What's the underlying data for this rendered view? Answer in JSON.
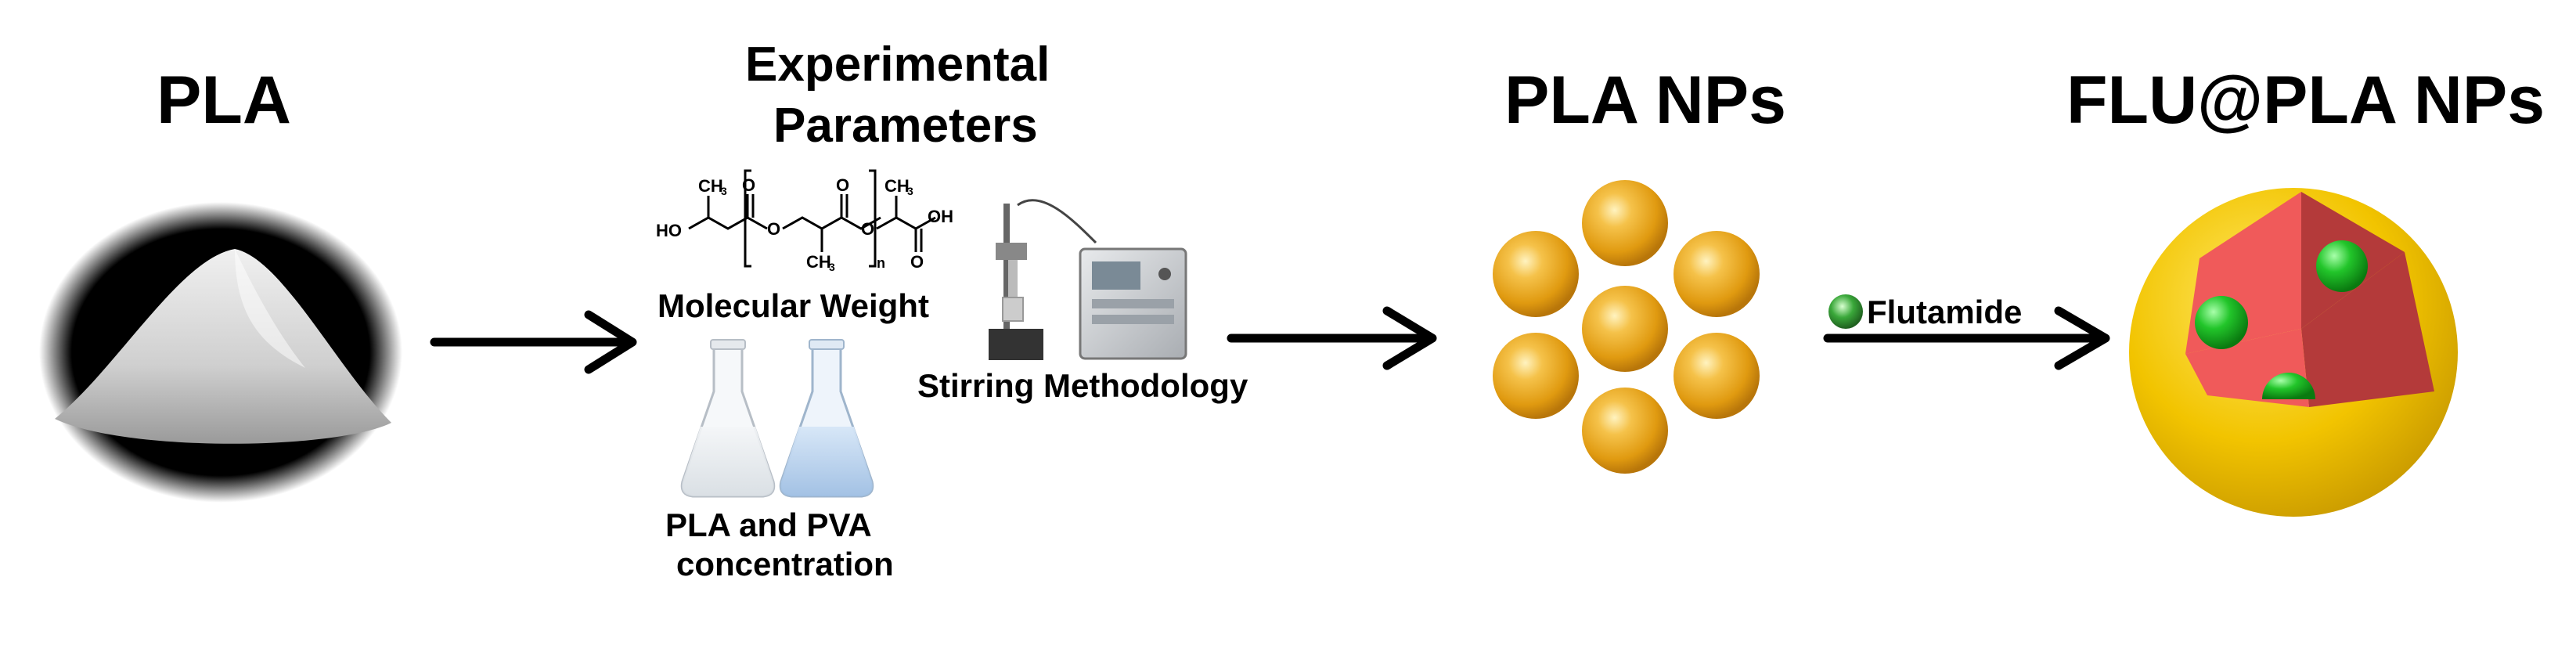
{
  "stages": {
    "pla": {
      "title": "PLA"
    },
    "params": {
      "title_line1": "Experimental",
      "title_line2": "Parameters",
      "molecular_weight": "Molecular Weight",
      "stirring": "Stirring Methodology",
      "concentration_line1": "PLA and PVA",
      "concentration_line2": "concentration"
    },
    "nps": {
      "title": "PLA NPs"
    },
    "flu": {
      "title": "FLU@PLA NPs"
    }
  },
  "drug_label": "Flutamide",
  "chem": {
    "ho": "HO",
    "oh": "OH",
    "o": "O",
    "ch3": "CH",
    "sub3": "3",
    "n": "n"
  },
  "colors": {
    "np_gold": "#e09a10",
    "shell_yellow": "#f2c400",
    "core_red": "#f05a5a",
    "drug_green": "#22c52a"
  },
  "icons": [
    "powder-pile-icon",
    "chemical-structure-icon",
    "erlenmeyer-flask-icon",
    "homogenizer-icon",
    "nanoparticle-icon",
    "nanoparticle-cutaway-icon",
    "drug-molecule-icon",
    "arrow-right-icon"
  ]
}
